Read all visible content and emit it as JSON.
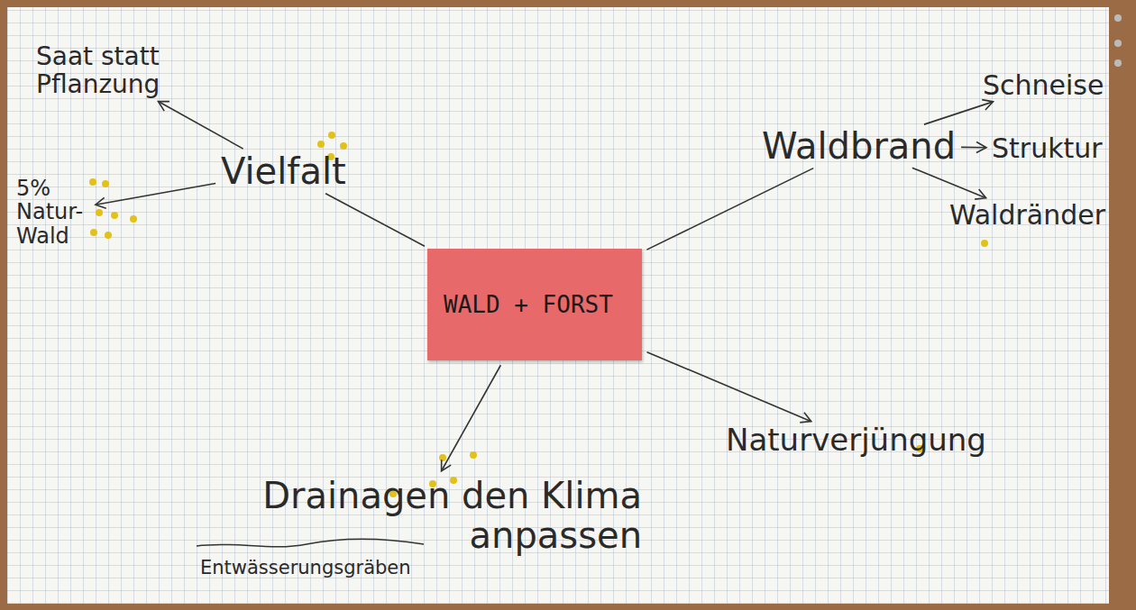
{
  "diagram": {
    "nodes": [
      {
        "text": [
          "WALD + FORST"
        ]
      },
      {
        "text": [
          "Vielfalt"
        ]
      },
      {
        "text": [
          "Saat statt Pflanzung"
        ]
      },
      {
        "text": [
          "5% Natur- Wald"
        ]
      },
      {
        "text": [
          "Waldbrand"
        ]
      },
      {
        "text": [
          "Schneise"
        ]
      },
      {
        "text": [
          "Struktur"
        ]
      },
      {
        "text": [
          "Waldränder"
        ]
      },
      {
        "text": [
          "Drainagen den Klima anpassen"
        ]
      },
      {
        "text": [
          "Naturverjüngung"
        ]
      }
    ],
    "edges": [
      {
        "from": 0,
        "to": 1,
        "arrow": "none"
      },
      {
        "from": 1,
        "to": 2,
        "arrow": "to"
      },
      {
        "from": 1,
        "to": 3,
        "arrow": "to"
      },
      {
        "from": 0,
        "to": 4,
        "arrow": "none"
      },
      {
        "from": 4,
        "to": 5,
        "arrow": "to"
      },
      {
        "from": 4,
        "to": 6,
        "arrow": "to"
      },
      {
        "from": 4,
        "to": 7,
        "arrow": "to"
      },
      {
        "from": 0,
        "to": 8,
        "arrow": "to"
      },
      {
        "from": 0,
        "to": 9,
        "arrow": "to"
      }
    ],
    "labels": [
      "Entwässerungsgräben"
    ]
  }
}
